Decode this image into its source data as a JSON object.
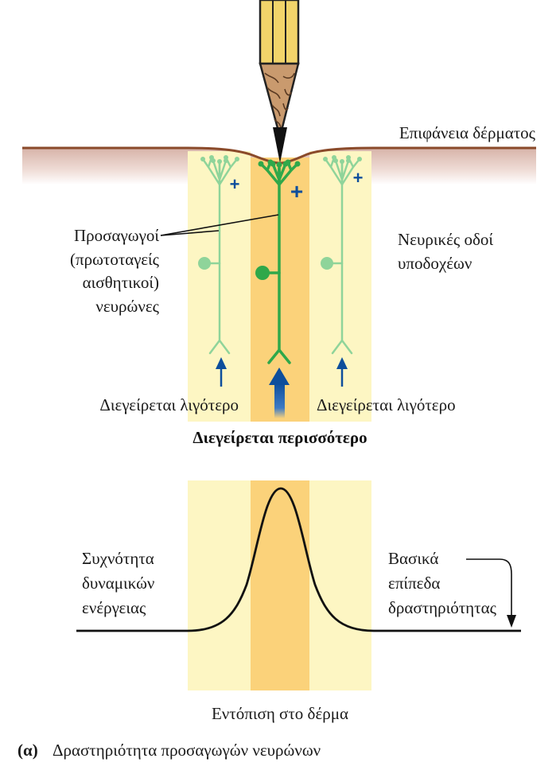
{
  "labels": {
    "skin_surface": "Επιφάνεια δέρματος",
    "afferent_line1": "Προσαγωγοί",
    "afferent_line2": "(πρωτοταγείς",
    "afferent_line3": "αισθητικοί)",
    "afferent_line4": "νευρώνες",
    "pathways_line1": "Νευρικές οδοί",
    "pathways_line2": "υποδοχέων",
    "less_left": "Διεγείρεται λιγότερο",
    "less_right": "Διεγείρεται λιγότερο",
    "more": "Διεγείρεται περισσότερο",
    "frequency_line1": "Συχνότητα",
    "frequency_line2": "δυναμικών",
    "frequency_line3": "ενέργειας",
    "baseline_line1": "Βασικά",
    "baseline_line2": "επίπεδα",
    "baseline_line3": "δραστηριότητας",
    "location": "Εντόπιση στο δέρμα",
    "caption_mark": "(α)",
    "caption_text": "Δραστηριότητα προσαγωγών νευρώνων",
    "plus_sign": "+"
  },
  "colors": {
    "side_column": "#fdf6c3",
    "center_column": "#fbd27a",
    "skin_line": "#8a4a2a",
    "neuron_side": "#8fd49a",
    "neuron_center": "#2fa84a",
    "arrow_blue": "#0d4e9c"
  }
}
